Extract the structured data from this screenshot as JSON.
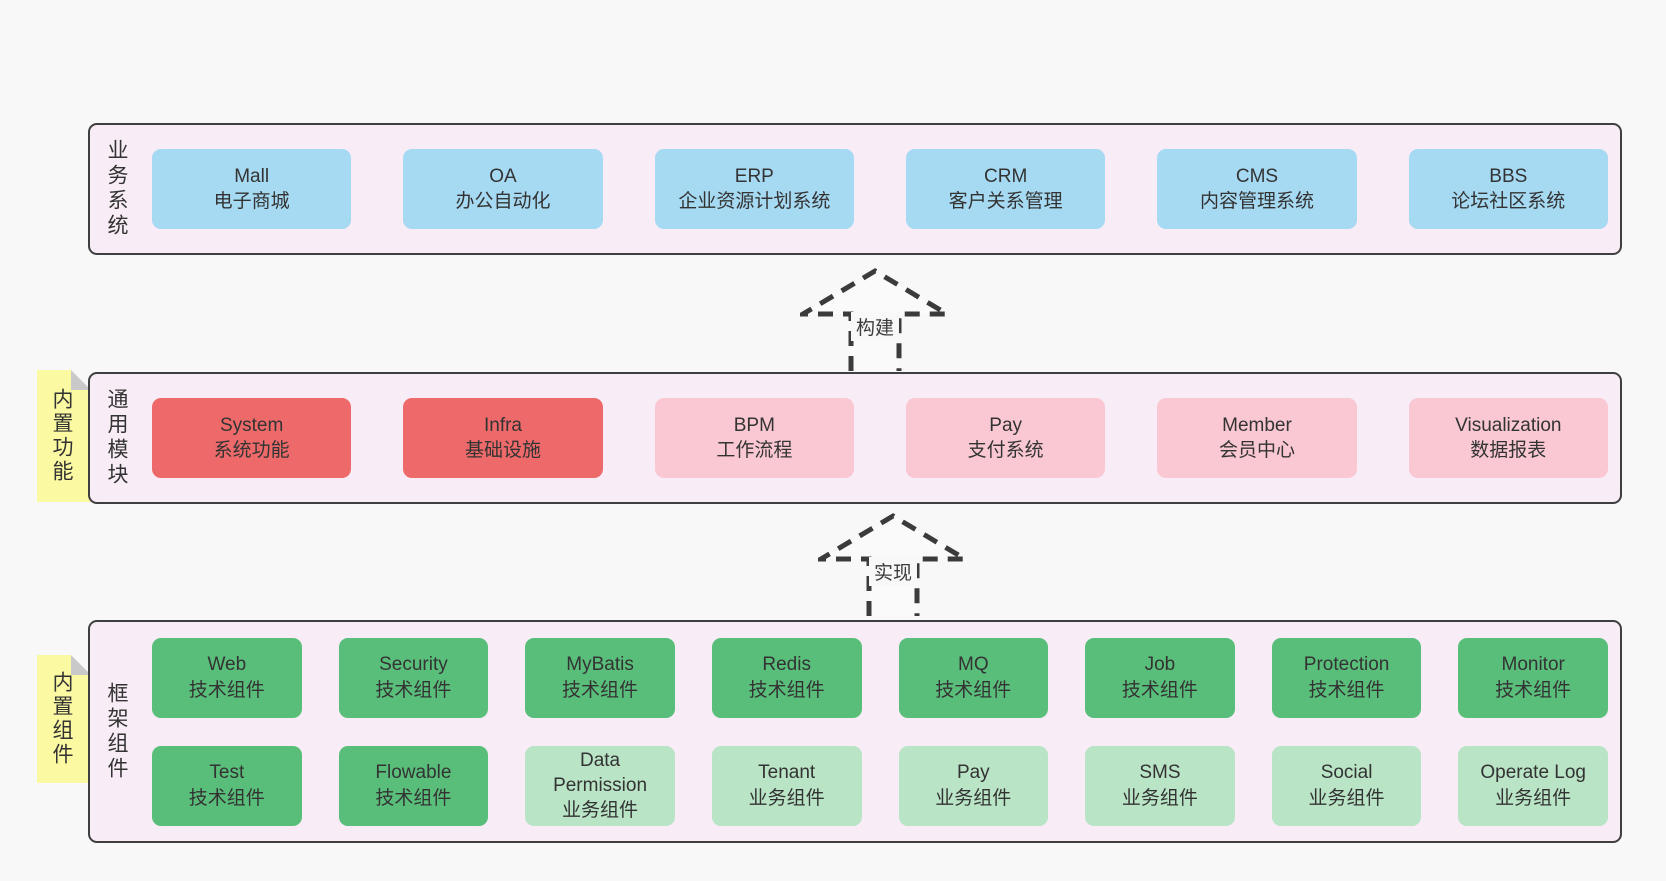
{
  "diagram": {
    "arrows": [
      {
        "label": "构建"
      },
      {
        "label": "实现"
      }
    ],
    "layers": [
      {
        "label": "业务系统",
        "items": [
          {
            "name": "Mall",
            "desc": "电子商城",
            "style": "blue"
          },
          {
            "name": "OA",
            "desc": "办公自动化",
            "style": "blue"
          },
          {
            "name": "ERP",
            "desc": "企业资源计划系统",
            "style": "blue"
          },
          {
            "name": "CRM",
            "desc": "客户关系管理",
            "style": "blue"
          },
          {
            "name": "CMS",
            "desc": "内容管理系统",
            "style": "blue"
          },
          {
            "name": "BBS",
            "desc": "论坛社区系统",
            "style": "blue"
          }
        ]
      },
      {
        "label": "通用模块",
        "sticky": "内置功能",
        "items": [
          {
            "name": "System",
            "desc": "系统功能",
            "style": "red"
          },
          {
            "name": "Infra",
            "desc": "基础设施",
            "style": "red"
          },
          {
            "name": "BPM",
            "desc": "工作流程",
            "style": "pink"
          },
          {
            "name": "Pay",
            "desc": "支付系统",
            "style": "pink"
          },
          {
            "name": "Member",
            "desc": "会员中心",
            "style": "pink"
          },
          {
            "name": "Visualization",
            "desc": "数据报表",
            "style": "pink"
          }
        ]
      },
      {
        "label": "框架组件",
        "sticky": "内置组件",
        "rows": [
          [
            {
              "name": "Web",
              "desc": "技术组件",
              "style": "green"
            },
            {
              "name": "Security",
              "desc": "技术组件",
              "style": "green"
            },
            {
              "name": "MyBatis",
              "desc": "技术组件",
              "style": "green"
            },
            {
              "name": "Redis",
              "desc": "技术组件",
              "style": "green"
            },
            {
              "name": "MQ",
              "desc": "技术组件",
              "style": "green"
            },
            {
              "name": "Job",
              "desc": "技术组件",
              "style": "green"
            },
            {
              "name": "Protection",
              "desc": "技术组件",
              "style": "green"
            },
            {
              "name": "Monitor",
              "desc": "技术组件",
              "style": "green"
            }
          ],
          [
            {
              "name": "Test",
              "desc": "技术组件",
              "style": "green"
            },
            {
              "name": "Flowable",
              "desc": "技术组件",
              "style": "green"
            },
            {
              "name": "Data Permission",
              "desc": "业务组件",
              "style": "green-light"
            },
            {
              "name": "Tenant",
              "desc": "业务组件",
              "style": "green-light"
            },
            {
              "name": "Pay",
              "desc": "业务组件",
              "style": "green-light"
            },
            {
              "name": "SMS",
              "desc": "业务组件",
              "style": "green-light"
            },
            {
              "name": "Social",
              "desc": "业务组件",
              "style": "green-light"
            },
            {
              "name": "Operate Log",
              "desc": "业务组件",
              "style": "green-light"
            }
          ]
        ]
      }
    ],
    "colors": {
      "blue": "#a6d9f2",
      "red": "#ee6a6a",
      "pink": "#f9c8d3",
      "green": "#5abe7b",
      "green_light": "#b9e4c6",
      "sticky_yellow": "#fbf9a2",
      "panel_bg": "#f8edf6",
      "border": "#3f3f3f",
      "page_bg": "#f8f8f8"
    }
  }
}
